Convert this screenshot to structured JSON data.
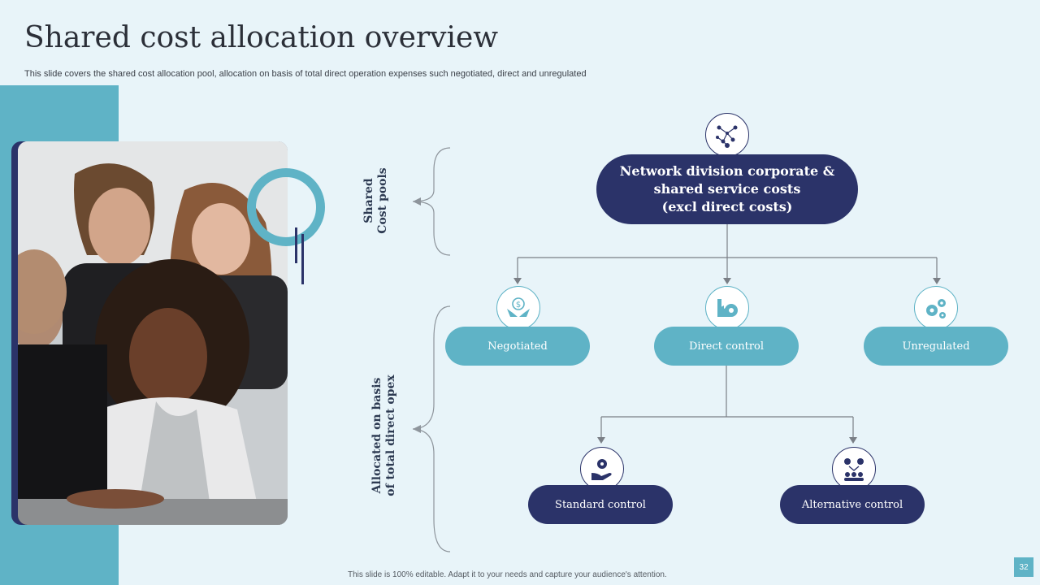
{
  "slide": {
    "title": "Shared cost allocation overview",
    "subtitle": "This slide covers the shared cost allocation pool, allocation on basis of total direct operation expenses such negotiated, direct and unregulated",
    "footer": "This slide is 100% editable. Adapt it to your needs and capture your audience's attention.",
    "page_number": "32"
  },
  "labels": {
    "shared_pools": "Shared\nCost pools",
    "allocated": "Allocated on basis\nof total direct opex"
  },
  "chart": {
    "root": {
      "label": "Network division corporate &\nshared service costs\n(excl direct costs)",
      "icon": "network-icon"
    },
    "level1": [
      {
        "label": "Negotiated",
        "icon": "money-hands-icon"
      },
      {
        "label": "Direct control",
        "icon": "factory-gear-icon"
      },
      {
        "label": "Unregulated",
        "icon": "gears-icon"
      }
    ],
    "level2": [
      {
        "label": "Standard control",
        "icon": "gear-hand-icon"
      },
      {
        "label": "Alternative control",
        "icon": "team-gears-icon"
      }
    ]
  },
  "colors": {
    "navy": "#2b3369",
    "teal": "#5fb3c6",
    "background": "#e8f4f9"
  },
  "image": {
    "subject": "group-photo"
  }
}
